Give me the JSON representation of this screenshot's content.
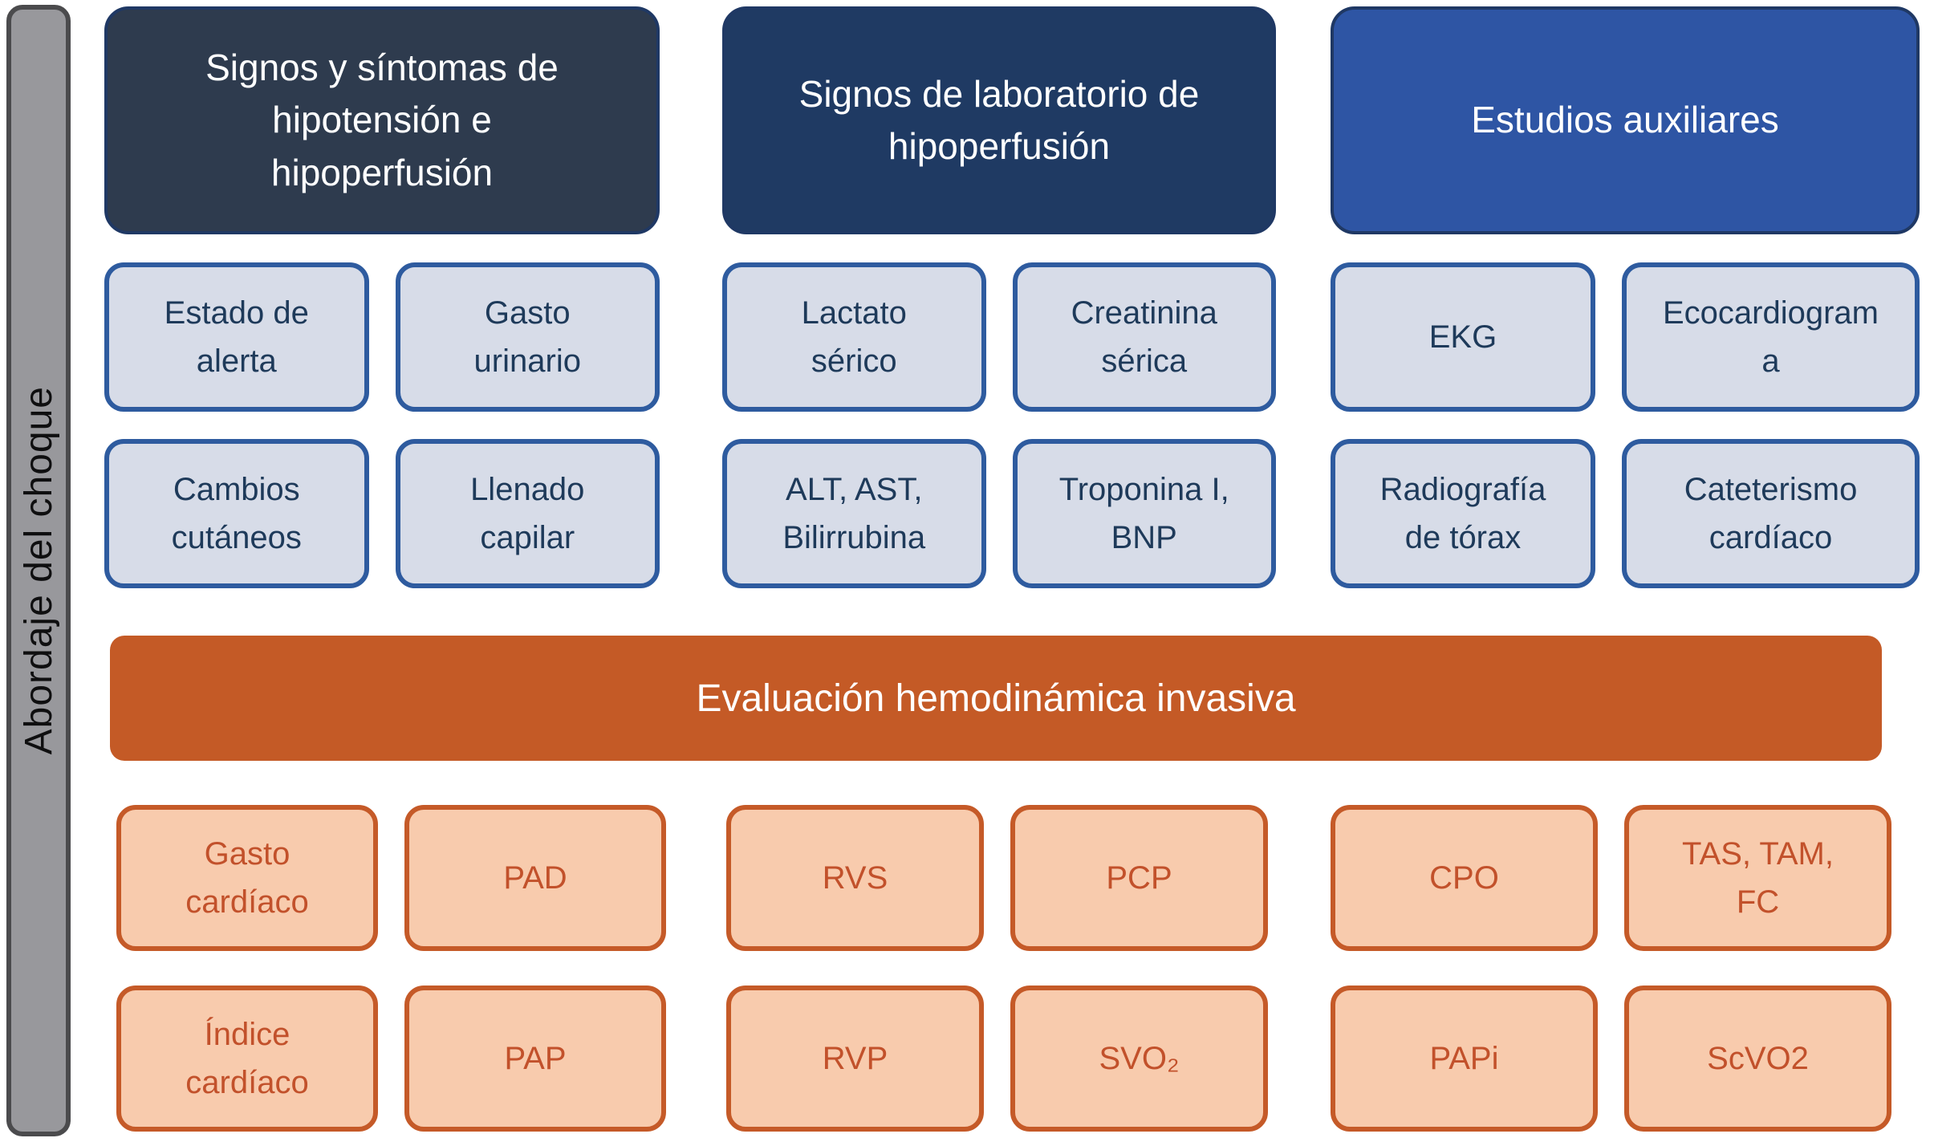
{
  "sidebar": {
    "label": "Abordaje del choque"
  },
  "columns": [
    {
      "header": "Signos y síntomas de\nhipotensión e\nhipoperfusión",
      "boxes": [
        "Estado de\nalerta",
        "Gasto\nurinario",
        "Cambios\ncutáneos",
        "Llenado\ncapilar"
      ]
    },
    {
      "header": "Signos de laboratorio de\nhipoperfusión",
      "boxes": [
        "Lactato\nsérico",
        "Creatinina\nsérica",
        "ALT, AST,\nBilirrubina",
        "Troponina I,\nBNP"
      ]
    },
    {
      "header": "Estudios auxiliares",
      "boxes": [
        "EKG",
        "Ecocardiogram\na",
        "Radiografía\nde tórax",
        "Cateterismo\ncardíaco"
      ]
    }
  ],
  "hemodynamics": {
    "banner": "Evaluación hemodinámica invasiva",
    "groups": [
      {
        "boxes": [
          "Gasto\ncardíaco",
          "PAD",
          "Índice\ncardíaco",
          "PAP"
        ]
      },
      {
        "boxes": [
          "RVS",
          "PCP",
          "RVP",
          "SVO₂"
        ]
      },
      {
        "boxes": [
          "CPO",
          "TAS, TAM,\nFC",
          "PAPi",
          "ScVO2"
        ]
      }
    ]
  },
  "colors": {
    "header_fills": [
      "#2e3b4e",
      "#1f3a63",
      "#2e55a4"
    ],
    "header_border": "#1f3864",
    "light_box_fill": "#d7dce8",
    "light_box_border": "#2e5b9f",
    "light_box_text": "#1e3a5a",
    "banner_fill": "#c45a26",
    "orange_box_fill": "#f8cbad",
    "orange_box_border": "#c55a28",
    "orange_box_text": "#c2512b",
    "sidebar_fill": "#98989c",
    "sidebar_border": "#4b4b4d"
  }
}
